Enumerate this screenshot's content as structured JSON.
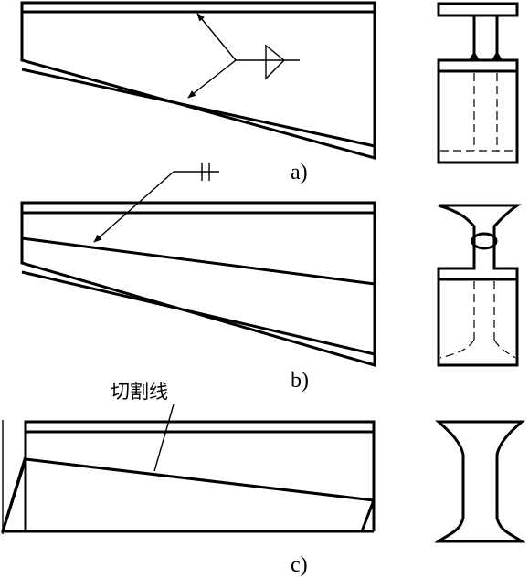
{
  "labels": {
    "a": "a)",
    "b": "b)",
    "c": "c)"
  },
  "annotations": {
    "cut_line": "切割线"
  }
}
